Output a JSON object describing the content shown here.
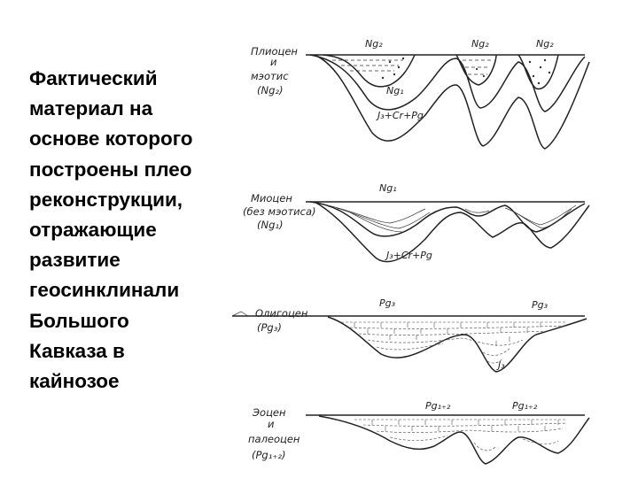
{
  "text_block": "Фактический\nматериал на\nоснове которого\nпостроены плео\nреконструкции,\nотражающие\nразвитие\nгеосинклинали\nБольшого\nКавказа в\nкайнозое",
  "panels": [
    {
      "label_lines": [
        "Плиоцен",
        "и",
        "мэотис",
        "(Ng₂)"
      ],
      "unit_marks": [
        "Ng₂",
        "Ng₂",
        "Ng₂"
      ],
      "inner_marks": [
        "Ng₁",
        "J₃+Cr+Pg"
      ]
    },
    {
      "label_lines": [
        "Миоцен",
        "(без мэотиса)",
        "(Ng₁)"
      ],
      "unit_marks": [
        "Ng₁"
      ],
      "inner_marks": [
        "J₃+Cr+Pg"
      ]
    },
    {
      "label_lines": [
        "Олигоцен",
        "(Pg₃)"
      ],
      "unit_marks": [
        "Pg₃",
        "Pg₃"
      ],
      "inner_marks": [
        "J₃"
      ]
    },
    {
      "label_lines": [
        "Эоцен",
        "и",
        "палеоцен",
        "(Pg₁₊₂)"
      ],
      "unit_marks": [
        "Pg₁₊₂",
        "Pg₁₊₂"
      ],
      "inner_marks": []
    }
  ]
}
